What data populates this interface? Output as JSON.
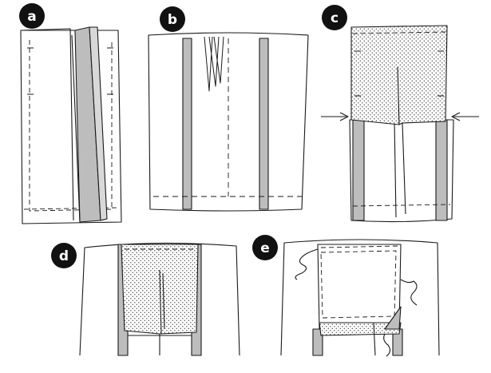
{
  "panels": [
    {
      "id": "a",
      "label": "a"
    },
    {
      "id": "b",
      "label": "b"
    },
    {
      "id": "c",
      "label": "c"
    },
    {
      "id": "d",
      "label": "d"
    },
    {
      "id": "e",
      "label": "e"
    }
  ],
  "colors": {
    "line": "#1a1a1a",
    "fabric": "#ffffff",
    "stripe": "#bdbdbd",
    "dots": "#555555",
    "badge": "#111111"
  }
}
